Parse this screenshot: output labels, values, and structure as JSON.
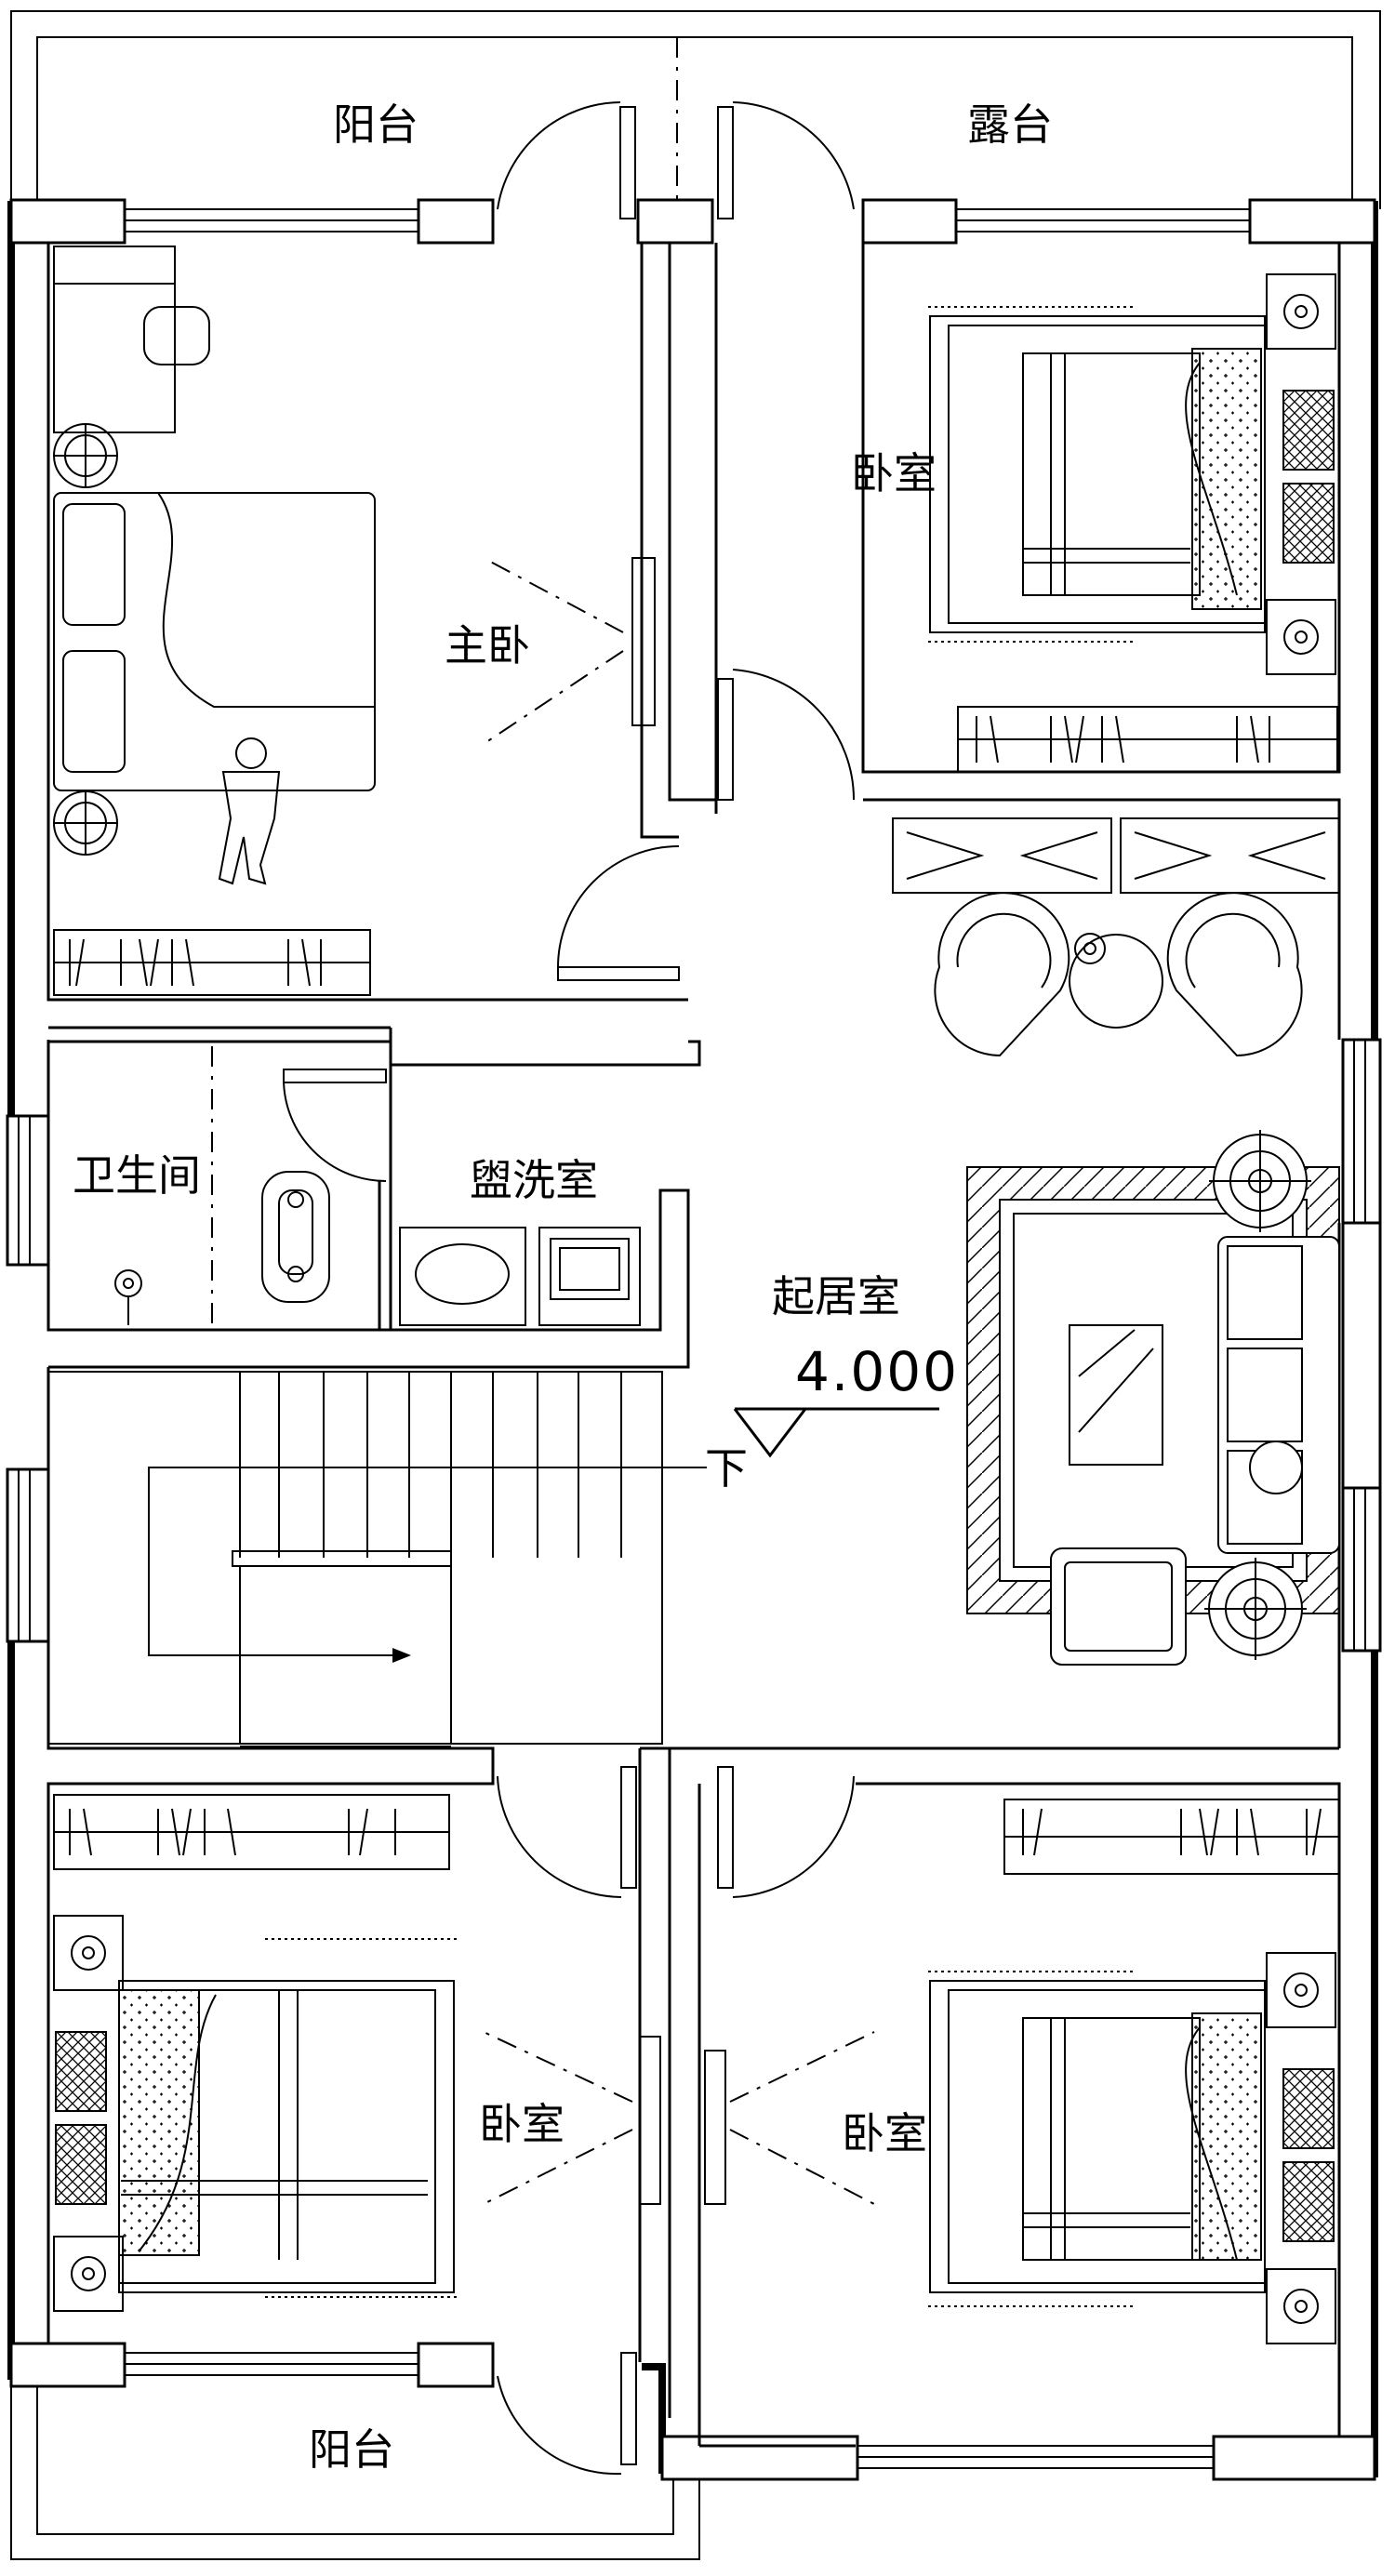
{
  "plan": {
    "rooms": {
      "balcony_top": "阳台",
      "terrace": "露台",
      "master_bedroom": "主卧",
      "bedroom_ne": "卧室",
      "bathroom": "卫生间",
      "washroom": "盥洗室",
      "living_room": "起居室",
      "bedroom_sw": "卧室",
      "bedroom_se": "卧室",
      "balcony_bottom": "阳台"
    },
    "elevation": "4.000",
    "stair_label": "下"
  }
}
